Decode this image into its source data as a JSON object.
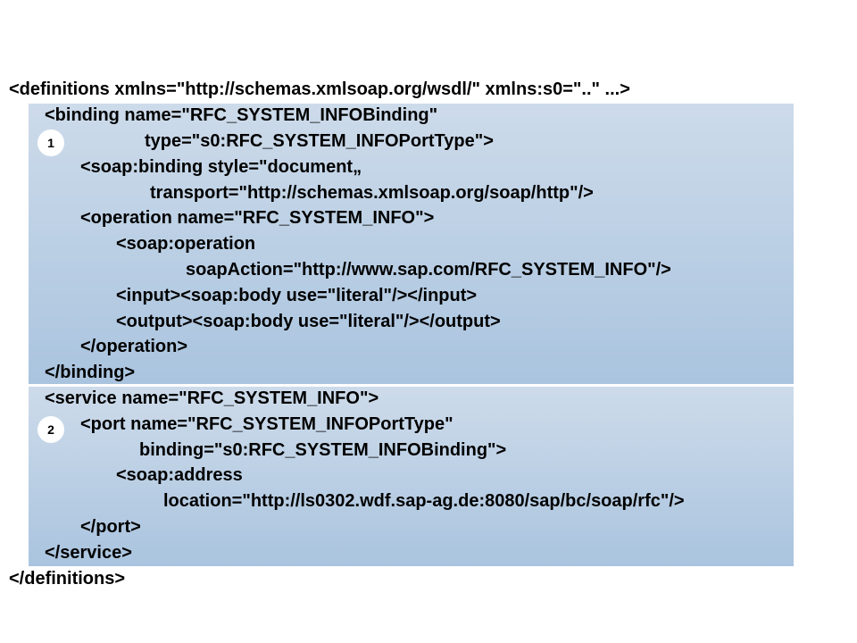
{
  "colors": {
    "panel_top": "#cddbea",
    "panel_bottom": "#aac4df",
    "badge_fill": "#ffffff",
    "text": "#000000"
  },
  "wsdl": {
    "definitions_open": "<definitions xmlns=\"http://schemas.xmlsoap.org/wsdl/\" xmlns:s0=\"..\" ...>",
    "binding": {
      "badge": "1",
      "lines": [
        "<binding name=\"RFC_SYSTEM_INFOBinding\"",
        "type=\"s0:RFC_SYSTEM_INFOPortType\">",
        "<soap:binding style=\"document„",
        "transport=\"http://schemas.xmlsoap.org/soap/http\"/>",
        "<operation name=\"RFC_SYSTEM_INFO\">",
        "<soap:operation",
        "soapAction=\"http://www.sap.com/RFC_SYSTEM_INFO\"/>",
        "<input><soap:body use=\"literal\"/></input>",
        "<output><soap:body use=\"literal\"/></output>",
        "</operation>",
        "</binding>"
      ]
    },
    "service": {
      "badge": "2",
      "lines": [
        "<service name=\"RFC_SYSTEM_INFO\">",
        "<port name=\"RFC_SYSTEM_INFOPortType\"",
        "binding=\"s0:RFC_SYSTEM_INFOBinding\">",
        "<soap:address",
        "location=\"http://ls0302.wdf.sap-ag.de:8080/sap/bc/soap/rfc\"/>",
        "</port>",
        "</service>"
      ]
    },
    "definitions_close": "</definitions>"
  }
}
